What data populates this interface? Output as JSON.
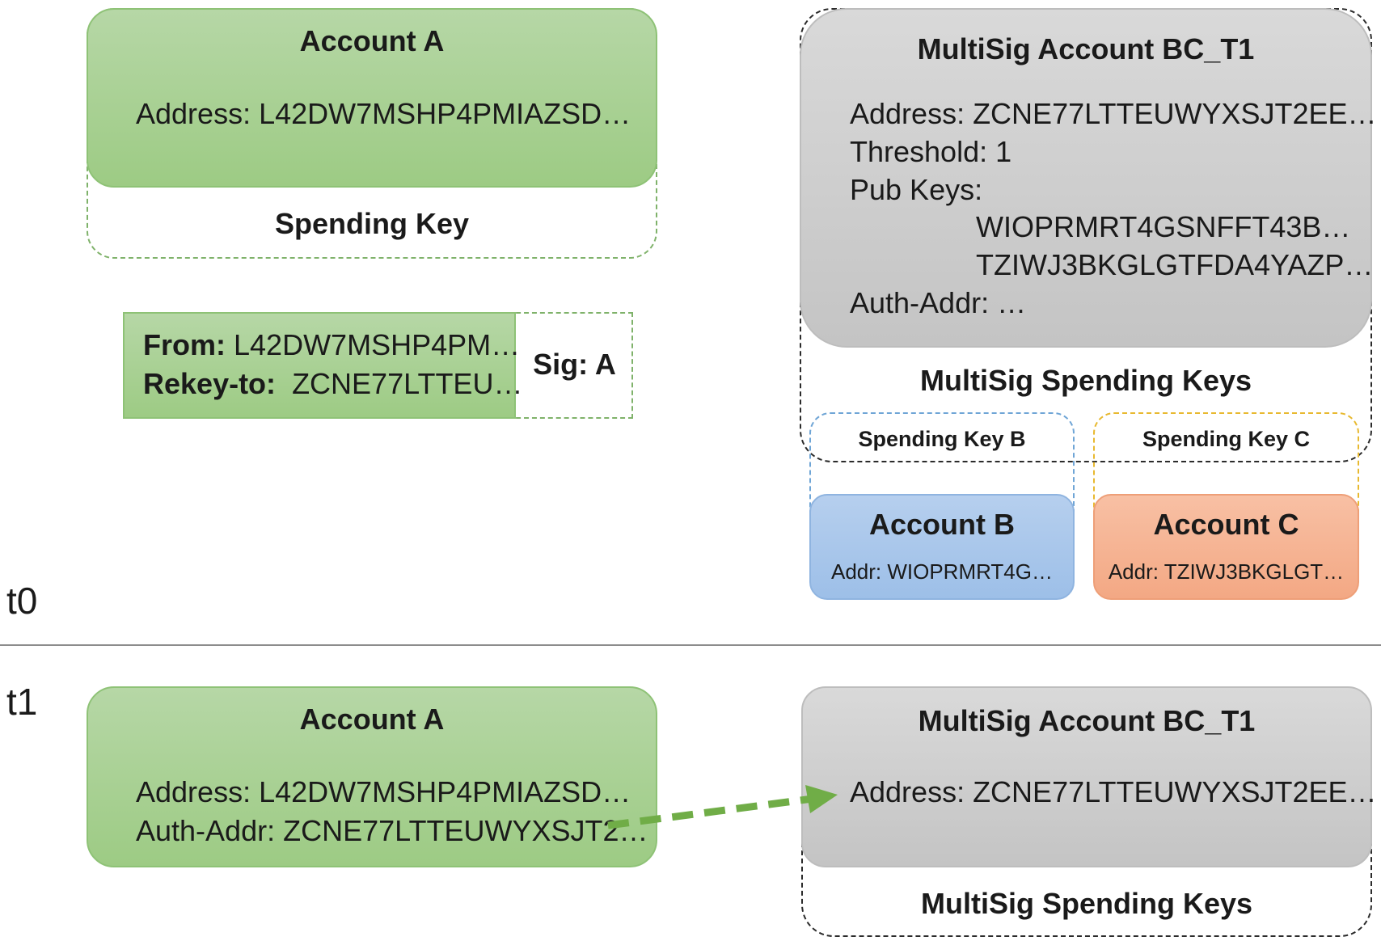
{
  "t0": {
    "label": "t0",
    "account_a": {
      "title": "Account A",
      "address": "Address: L42DW7MSHP4PMIAZSD…",
      "spending_key": "Spending Key"
    },
    "transaction": {
      "from_label": "From:",
      "from_value": "L42DW7MSHP4PM…",
      "rekey_label": "Rekey-to:",
      "rekey_value": "ZCNE77LTTEU…",
      "sig": "Sig: A"
    },
    "multisig": {
      "title": "MultiSig Account BC_T1",
      "address": "Address: ZCNE77LTTEUWYXSJT2EE…",
      "threshold": "Threshold: 1",
      "pub_keys_label": "Pub Keys:",
      "pub_key_1": "WIOPRMRT4GSNFFT43B…",
      "pub_key_2": "TZIWJ3BKGLGTFDA4YAZP…",
      "auth_addr": "Auth-Addr: …",
      "spending_keys": "MultiSig Spending Keys"
    },
    "account_b": {
      "spending_key": "Spending Key B",
      "title": "Account B",
      "addr": "Addr: WIOPRMRT4G…"
    },
    "account_c": {
      "spending_key": "Spending Key C",
      "title": "Account C",
      "addr": "Addr: TZIWJ3BKGLGT…"
    }
  },
  "t1": {
    "label": "t1",
    "account_a": {
      "title": "Account A",
      "address": "Address: L42DW7MSHP4PMIAZSD…",
      "auth_addr": "Auth-Addr: ZCNE77LTTEUWYXSJT2…"
    },
    "multisig": {
      "title": "MultiSig Account BC_T1",
      "address": "Address: ZCNE77LTTEUWYXSJT2EE…",
      "spending_keys": "MultiSig Spending Keys"
    }
  },
  "colors": {
    "green": "#9dcb84",
    "grey": "#c4c4c4",
    "blue": "#9dbfe8",
    "orange": "#f3a884",
    "arrow": "#70ad47"
  }
}
